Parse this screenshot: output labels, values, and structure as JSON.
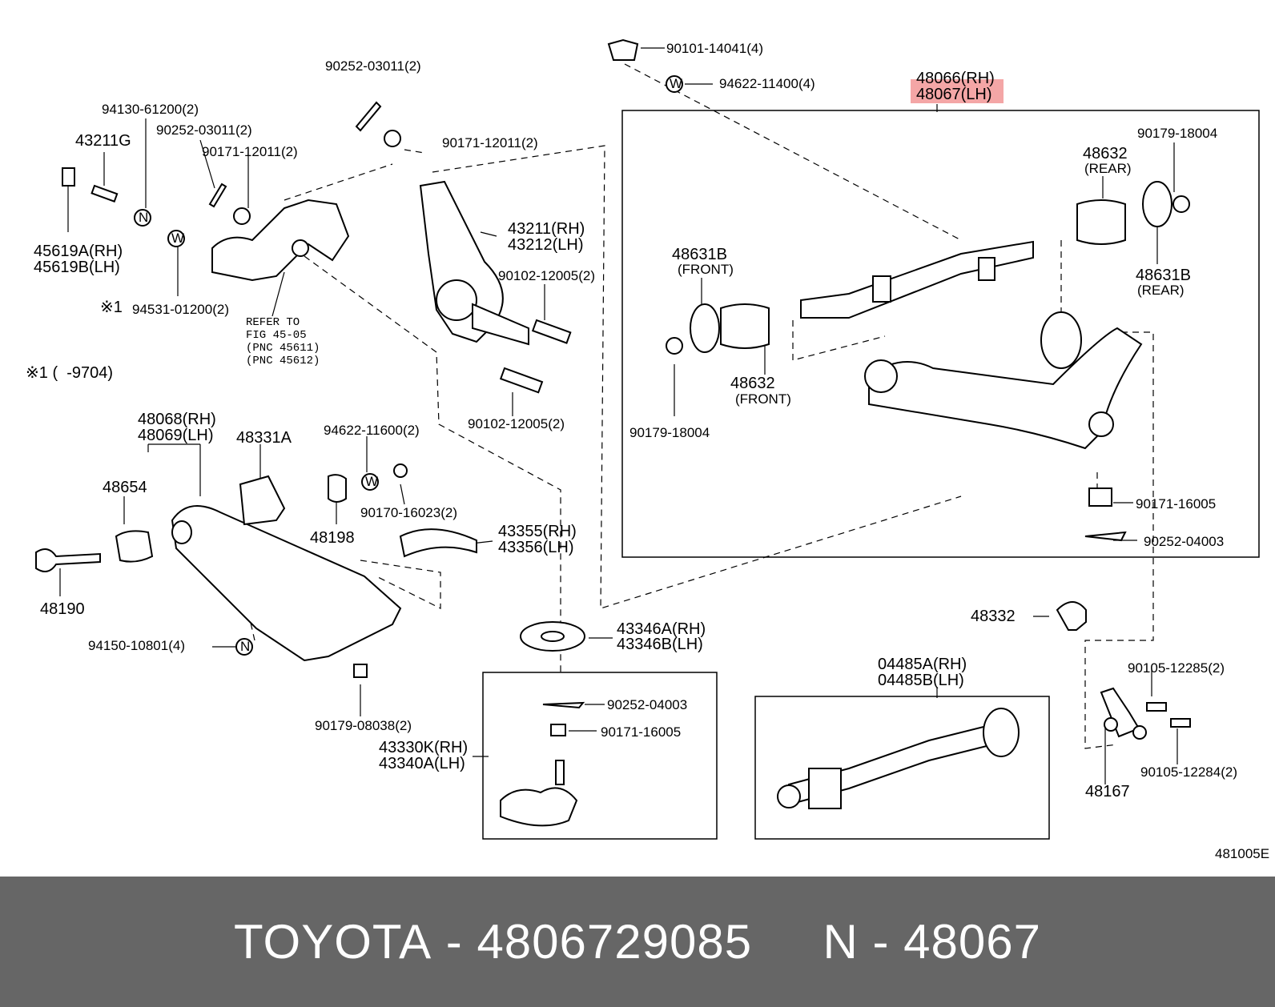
{
  "highlight_color": "#f4a6a6",
  "footer_bg": "#666666",
  "diagram_code": "481005E",
  "note": "※1 (  -9704)",
  "refer_note": [
    "REFER TO",
    "FIG 45-05",
    "(PNC 45611)",
    "(PNC 45612)"
  ],
  "labels": {
    "p90252_03011_top": "90252-03011(2)",
    "p94130": "94130-61200(2)",
    "p90252_03011": "90252-03011(2)",
    "p43211G": "43211G",
    "p90171_12011": "90171-12011(2)",
    "p90171_12011_top": "90171-12011(2)",
    "p45619A": "45619A(RH)",
    "p45619B": "45619B(LH)",
    "p94531": "94531-01200(2)",
    "p94531_mark": "※1",
    "p90101": "90101-14041(4)",
    "p94622_114": "94622-11400(4)",
    "p48066": "48066(RH)",
    "p48067": "48067(LH)",
    "p43211": "43211(RH)",
    "p43212": "43212(LH)",
    "p90102_a": "90102-12005(2)",
    "p90102_b": "90102-12005(2)",
    "p90179_top": "90179-18004",
    "p48632_rear": "48632",
    "p48632_rear_sub": "(REAR)",
    "p48631B_front": "48631B",
    "p48631B_front_sub": "(FRONT)",
    "p48631B_rear": "48631B",
    "p48631B_rear_sub": "(REAR)",
    "p48632_front": "48632",
    "p48632_front_sub": "(FRONT)",
    "p90179_bottom": "90179-18004",
    "p90171_16005_box": "90171-16005",
    "p90252_04003_box": "90252-04003",
    "p48068": "48068(RH)",
    "p48069": "48069(LH)",
    "p48331A": "48331A",
    "p94622_116": "94622-11600(2)",
    "p48654": "48654",
    "p90170": "90170-16023(2)",
    "p48198": "48198",
    "p43355": "43355(RH)",
    "p43356": "43356(LH)",
    "p48190": "48190",
    "p94150": "94150-10801(4)",
    "p43346A": "43346A(RH)",
    "p43346B": "43346B(LH)",
    "p48332": "48332",
    "p90179_080": "90179-08038(2)",
    "p90252_04003_b": "90252-04003",
    "p90171_16005_b": "90171-16005",
    "p43330K": "43330K(RH)",
    "p43340A": "43340A(LH)",
    "p04485A": "04485A(RH)",
    "p04485B": "04485B(LH)",
    "p90105_285": "90105-12285(2)",
    "p90105_284": "90105-12284(2)",
    "p48167": "48167"
  },
  "footer": {
    "brand": "TOYOTA",
    "dash": "-",
    "part_number": "4806729085",
    "label_prefix": "N",
    "dash2": "-",
    "ref": "48067"
  }
}
